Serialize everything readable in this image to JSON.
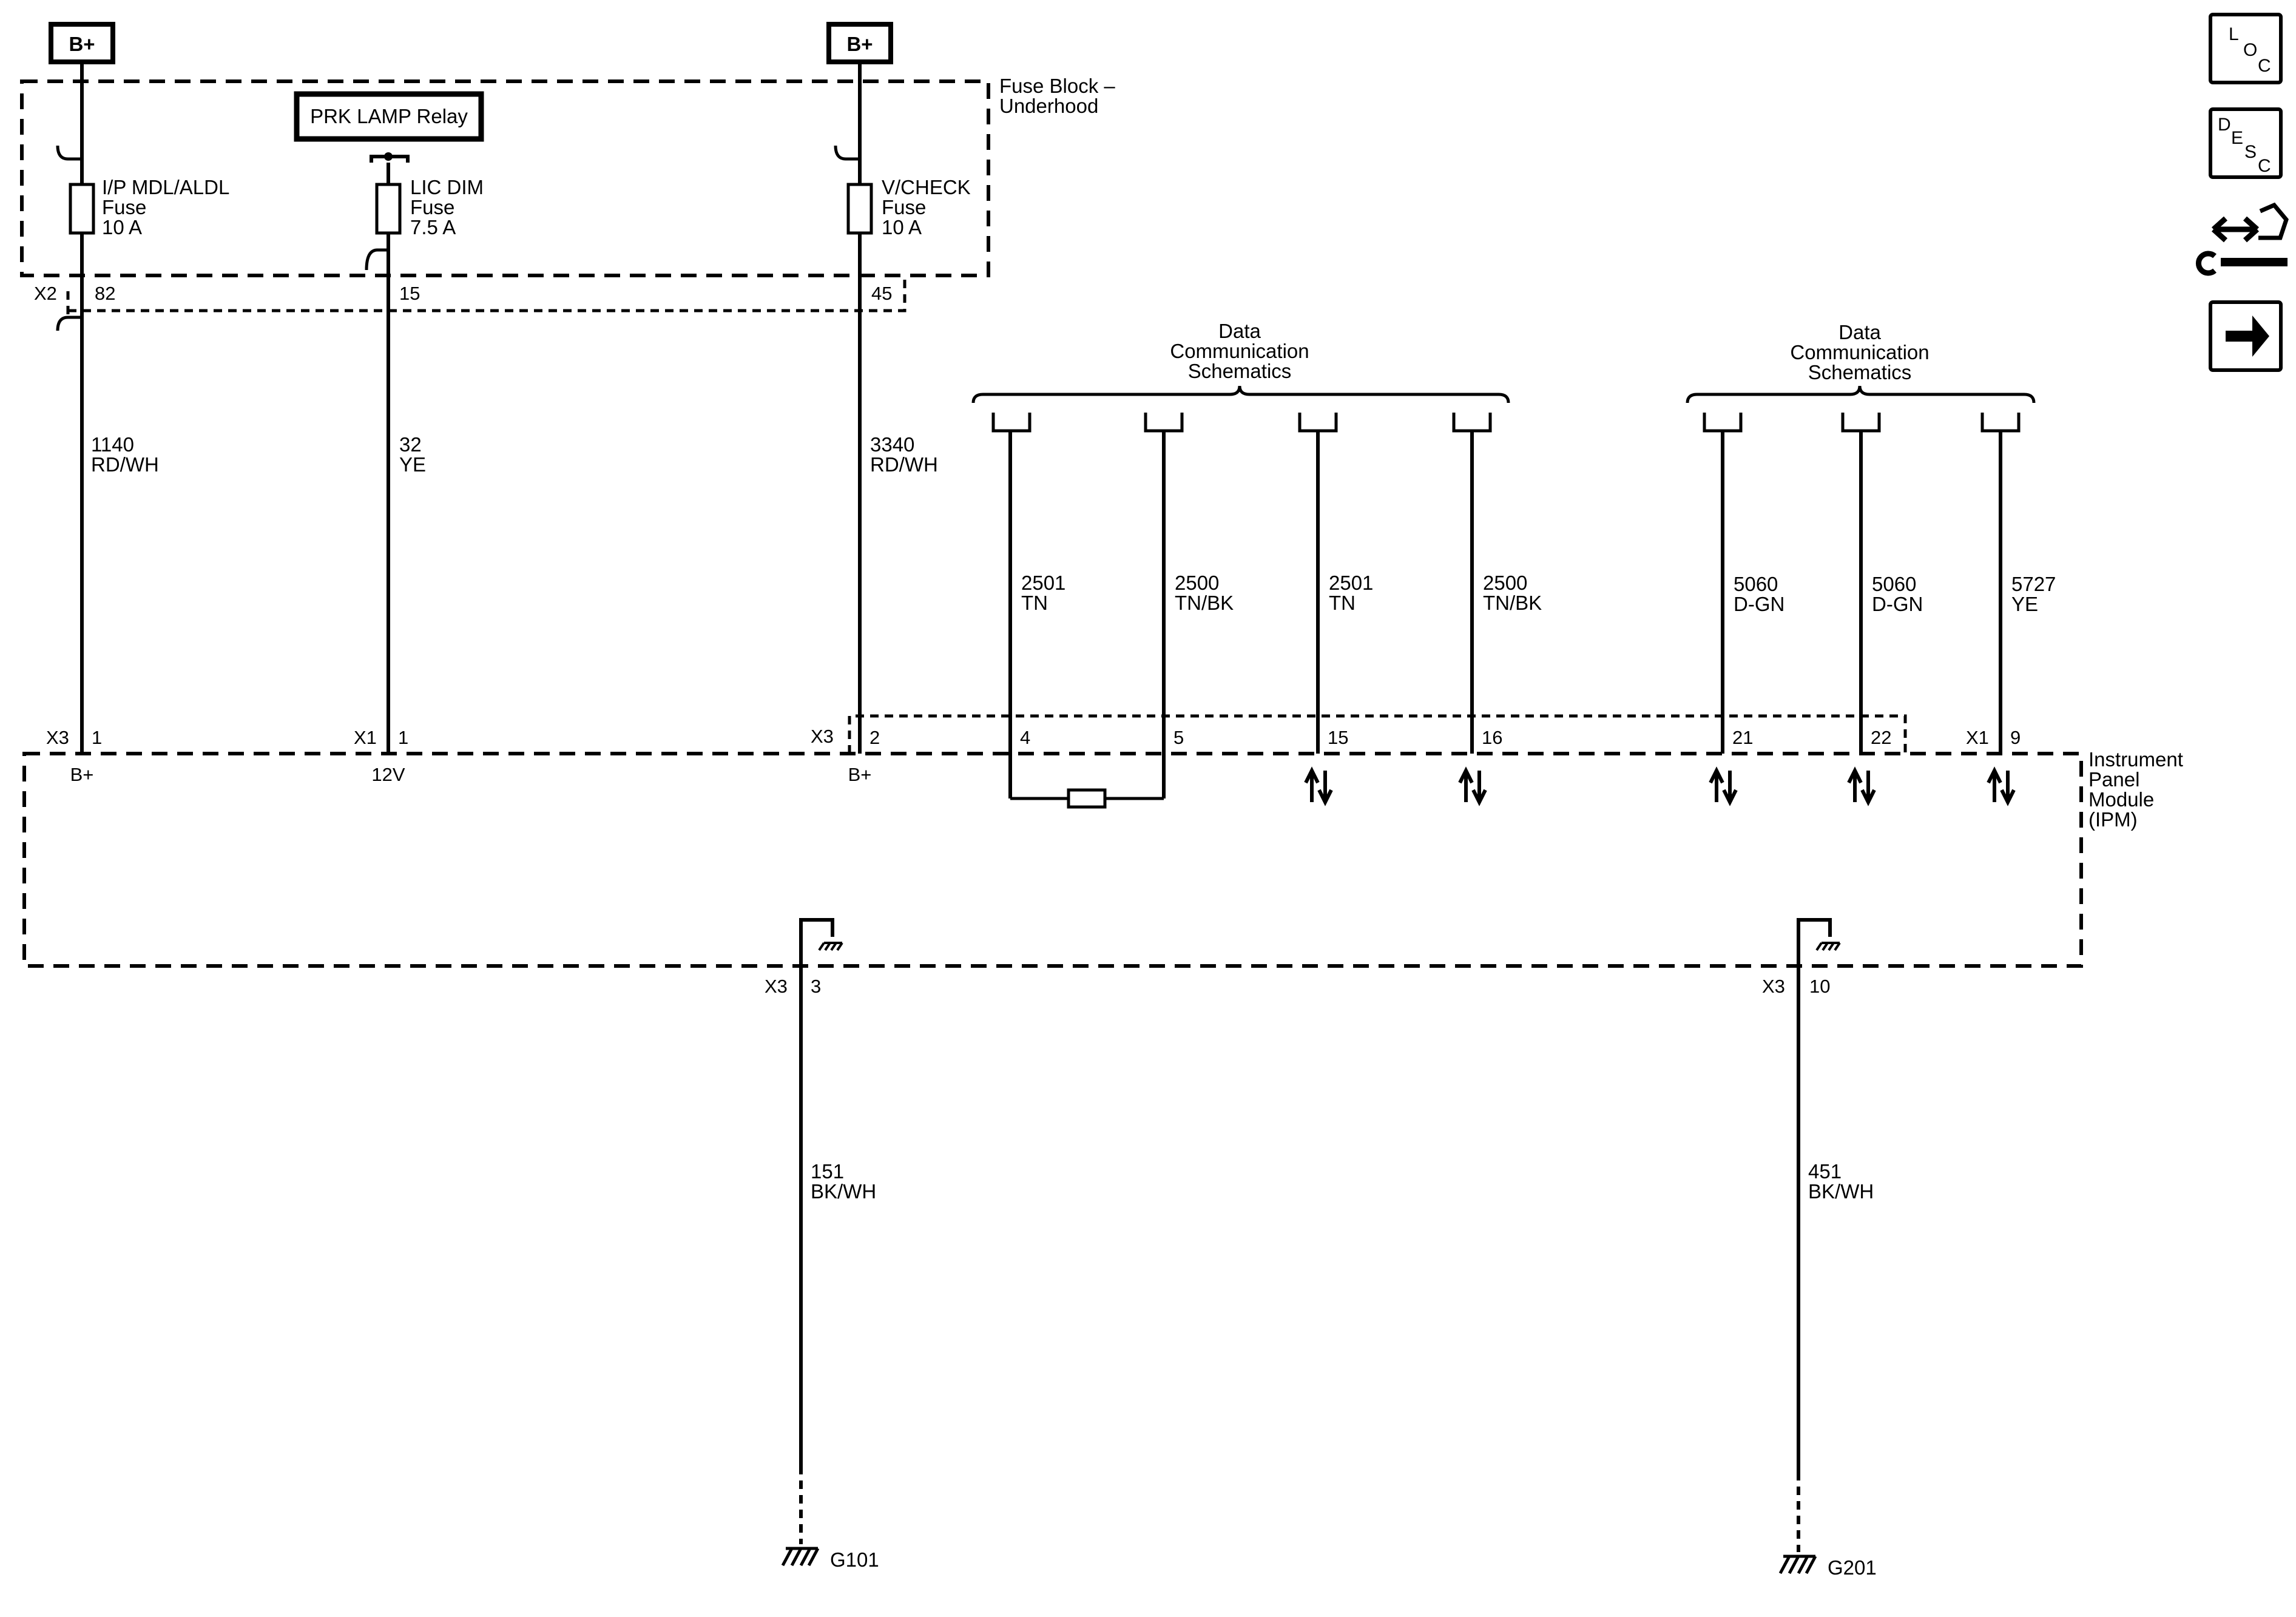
{
  "power_sources": [
    "B+",
    "B+"
  ],
  "fuse_block": {
    "title_line1": "Fuse Block –",
    "title_line2": "Underhood"
  },
  "relay": {
    "label": "PRK LAMP Relay"
  },
  "fuses": [
    {
      "name": "I/P MDL/ALDL",
      "type": "Fuse",
      "rating": "10 A"
    },
    {
      "name": "LIC DIM",
      "type": "Fuse",
      "rating": "7.5 A"
    },
    {
      "name": "V/CHECK",
      "type": "Fuse",
      "rating": "10 A"
    }
  ],
  "fuse_block_connector": {
    "name": "X2",
    "pins": [
      "82",
      "15",
      "45"
    ]
  },
  "circuits_top": [
    {
      "number": "1140",
      "color": "RD/WH"
    },
    {
      "number": "32",
      "color": "YE"
    },
    {
      "number": "3340",
      "color": "RD/WH"
    }
  ],
  "data_comm_groups": [
    {
      "line1": "Data",
      "line2": "Communication",
      "line3": "Schematics"
    },
    {
      "line1": "Data",
      "line2": "Communication",
      "line3": "Schematics"
    }
  ],
  "data_circuits": [
    {
      "number": "2501",
      "color": "TN"
    },
    {
      "number": "2500",
      "color": "TN/BK"
    },
    {
      "number": "2501",
      "color": "TN"
    },
    {
      "number": "2500",
      "color": "TN/BK"
    },
    {
      "number": "5060",
      "color": "D-GN"
    },
    {
      "number": "5060",
      "color": "D-GN"
    },
    {
      "number": "5727",
      "color": "YE"
    }
  ],
  "ipm_connectors": {
    "x3_a": "X3",
    "x1_a": "X1",
    "x3_b": "X3",
    "x1_b": "X1",
    "pins": [
      "1",
      "1",
      "2",
      "4",
      "5",
      "15",
      "16",
      "21",
      "22",
      "9"
    ],
    "terminals": [
      "B+",
      "12V",
      "B+"
    ]
  },
  "ipm": {
    "line1": "Instrument",
    "line2": "Panel",
    "line3": "Module",
    "line4": "(IPM)"
  },
  "grounds": [
    {
      "connector": "X3",
      "pin": "3",
      "circuit": "151",
      "color": "BK/WH",
      "ground": "G101"
    },
    {
      "connector": "X3",
      "pin": "10",
      "circuit": "451",
      "color": "BK/WH",
      "ground": "G201"
    }
  ],
  "nav": {
    "loc": [
      "L",
      "O",
      "C"
    ],
    "desc": [
      "D",
      "E",
      "S",
      "C"
    ]
  }
}
